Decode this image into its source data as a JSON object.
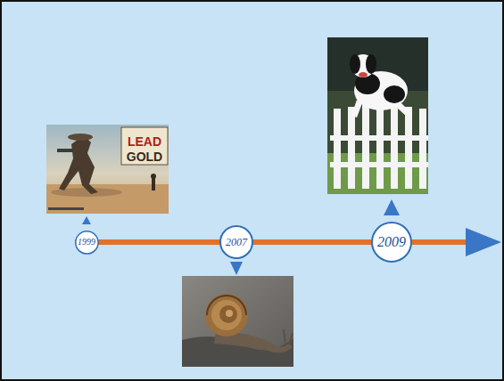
{
  "diagram": {
    "nodes": [
      {
        "text": [
          "1999"
        ]
      },
      {
        "text": [
          "2007"
        ]
      },
      {
        "text": [
          "2009"
        ]
      }
    ],
    "labels": [
      "LEAD",
      "GOLD"
    ]
  }
}
